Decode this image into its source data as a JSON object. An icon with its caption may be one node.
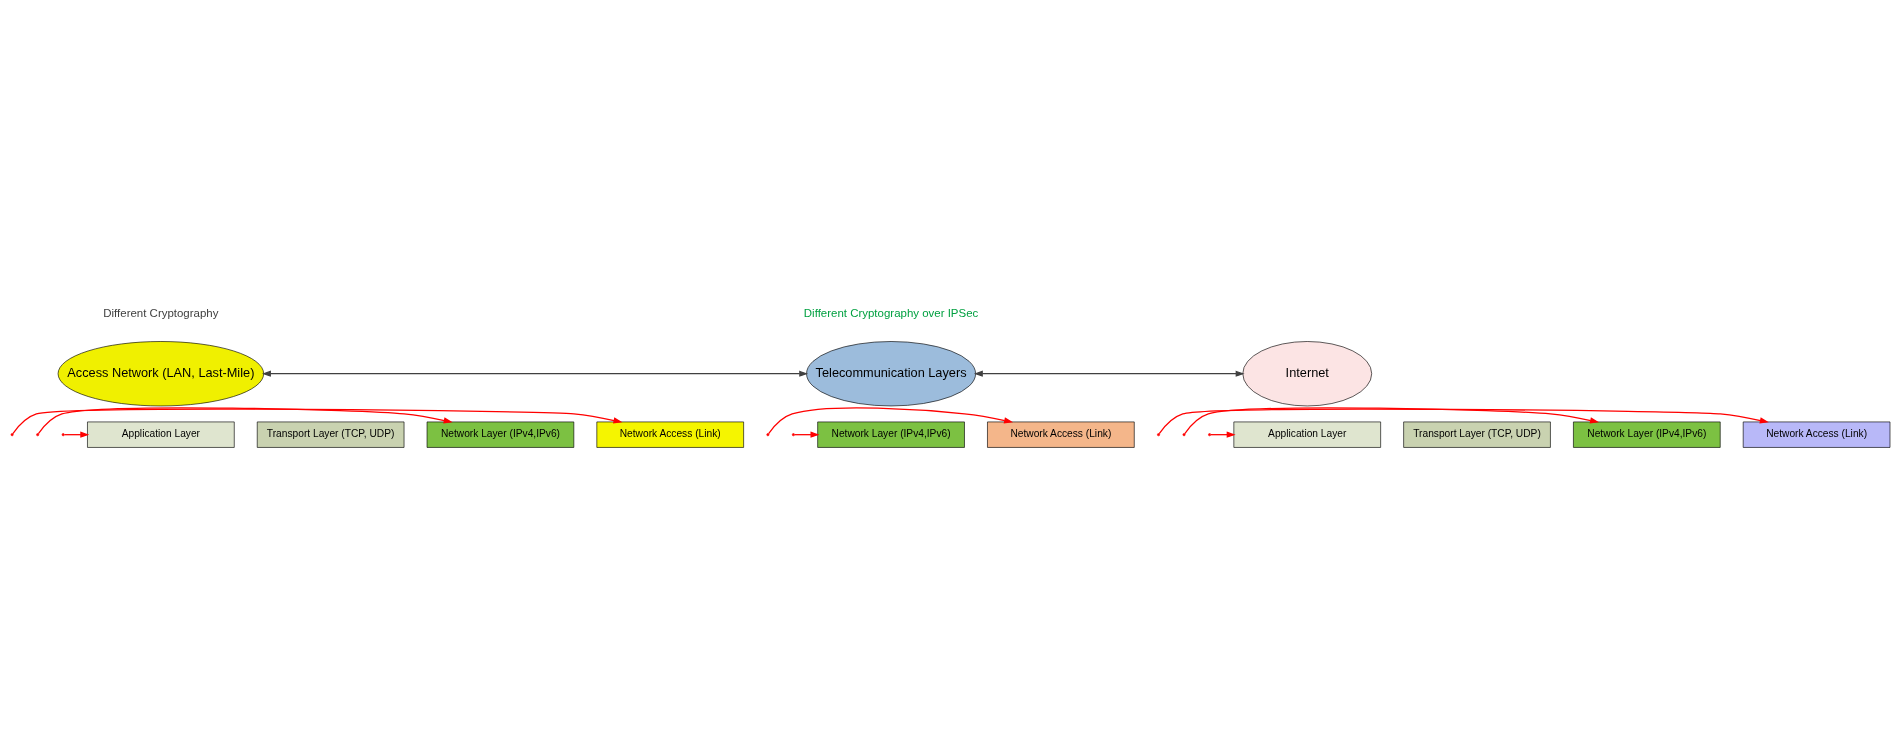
{
  "diagram": {
    "nodes": [
      {
        "text": [
          "Access Network (LAN, Last-Mile)"
        ]
      },
      {
        "text": [
          "Telecommunication Layers"
        ]
      },
      {
        "text": [
          "Internet"
        ]
      },
      {
        "text": [
          "Application Layer"
        ]
      },
      {
        "text": [
          "Transport Layer (TCP, UDP)"
        ]
      },
      {
        "text": [
          "Network Layer (IPv4,IPv6)"
        ]
      },
      {
        "text": [
          "Network Access (Link)"
        ]
      },
      {
        "text": [
          "Network Layer (IPv4,IPv6)"
        ]
      },
      {
        "text": [
          "Network Access (Link)"
        ]
      },
      {
        "text": [
          "Application Layer"
        ]
      },
      {
        "text": [
          "Transport Layer (TCP, UDP)"
        ]
      },
      {
        "text": [
          "Network Layer (IPv4,IPv6)"
        ]
      },
      {
        "text": [
          "Network Access (Link)"
        ]
      }
    ],
    "edges": [
      {
        "from": 0,
        "to": 1,
        "arrow": "both",
        "color": "#404040"
      },
      {
        "from": 1,
        "to": 2,
        "arrow": "both",
        "color": "#404040"
      },
      {
        "from": null,
        "to": 3,
        "arrow": "to"
      },
      {
        "from": null,
        "to": 5,
        "arrow": "to"
      },
      {
        "from": null,
        "to": 6,
        "arrow": "to"
      },
      {
        "from": null,
        "to": 7,
        "arrow": "to"
      },
      {
        "from": null,
        "to": 8,
        "arrow": "to"
      },
      {
        "from": null,
        "to": 9,
        "arrow": "to"
      },
      {
        "from": null,
        "to": 11,
        "arrow": "to"
      },
      {
        "from": null,
        "to": 12,
        "arrow": "to"
      }
    ],
    "labels": [
      "Different Cryptography",
      "Different Cryptography over IPSec"
    ]
  }
}
